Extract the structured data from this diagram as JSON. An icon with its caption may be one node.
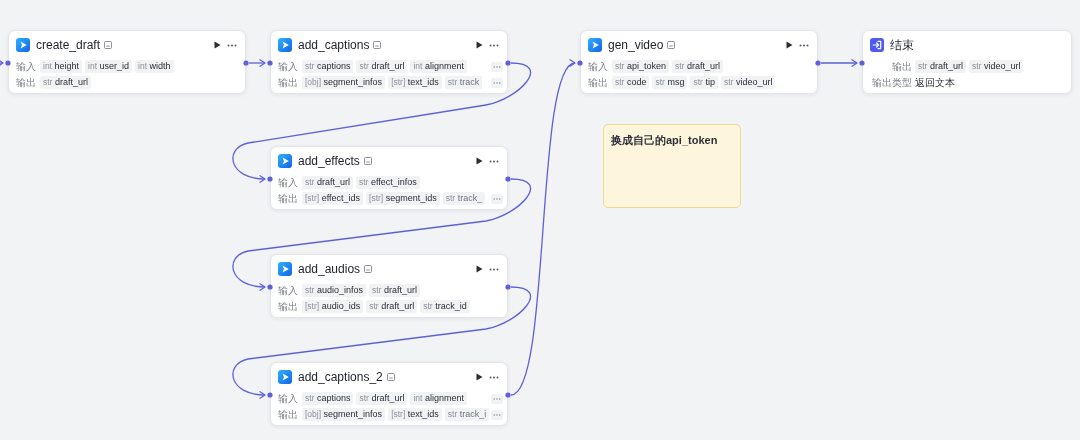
{
  "diagram": {
    "nodes": [
      {
        "text": [
          "create_draft",
          "输入",
          "int height",
          "int user_id",
          "int width",
          "输出",
          "str draft_url"
        ]
      },
      {
        "text": [
          "add_captions",
          "输入",
          "str captions",
          "str draft_url",
          "int alignment",
          "输出",
          "[obj] segment_infos",
          "[str] text_ids",
          "str track"
        ]
      },
      {
        "text": [
          "add_effects",
          "输入",
          "str draft_url",
          "str effect_infos",
          "输出",
          "[str] effect_ids",
          "[str] segment_ids",
          "str track_"
        ]
      },
      {
        "text": [
          "add_audios",
          "输入",
          "str audio_infos",
          "str draft_url",
          "输出",
          "[str] audio_ids",
          "str draft_url",
          "str track_id"
        ]
      },
      {
        "text": [
          "add_captions_2",
          "输入",
          "str captions",
          "str draft_url",
          "int alignment",
          "输出",
          "[obj] segment_infos",
          "[str] text_ids",
          "str track_i"
        ]
      },
      {
        "text": [
          "gen_video",
          "输入",
          "str api_token",
          "str draft_url",
          "输出",
          "str code",
          "str msg",
          "str tip",
          "str video_url"
        ]
      },
      {
        "text": [
          "结束",
          "输出",
          "str draft_url",
          "str video_url",
          "输出类型",
          "返回文本"
        ]
      },
      {
        "text": [
          "换成自己的api_token"
        ]
      }
    ],
    "edges": [
      {
        "from": null,
        "to": 0,
        "arrow": "to"
      },
      {
        "from": 0,
        "to": 1,
        "arrow": "to"
      },
      {
        "from": 1,
        "to": 2,
        "arrow": "to"
      },
      {
        "from": 2,
        "to": 3,
        "arrow": "to"
      },
      {
        "from": 3,
        "to": 4,
        "arrow": "to"
      },
      {
        "from": 4,
        "to": 5,
        "arrow": "to"
      },
      {
        "from": 5,
        "to": 6,
        "arrow": "to"
      }
    ]
  }
}
